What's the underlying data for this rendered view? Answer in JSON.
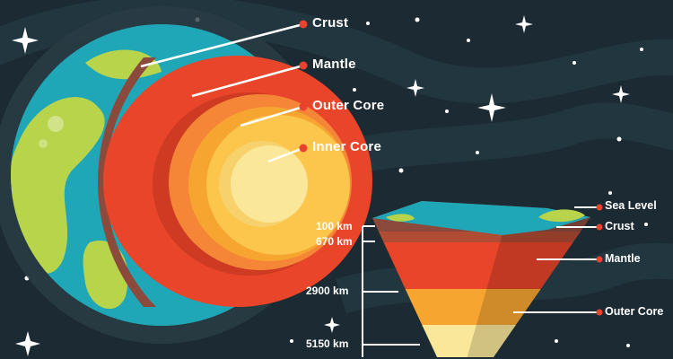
{
  "sphere_labels": [
    "Crust",
    "Mantle",
    "Outer Core",
    "Inner Core"
  ],
  "cone_labels": [
    "Sea Level",
    "Crust",
    "Mantle",
    "Outer Core"
  ],
  "depth_labels": [
    "100 km",
    "670 km",
    "2900 km",
    "5150 km"
  ],
  "colors": {
    "background": "#1c2b33",
    "ocean": "#1fa7b7",
    "land": "#b8d44a",
    "crust": "#8b4a3c",
    "mantle": "#e8452a",
    "outer_core": "#f7a531",
    "inner_core": "#fbe79a",
    "pointer": "#e94330"
  }
}
